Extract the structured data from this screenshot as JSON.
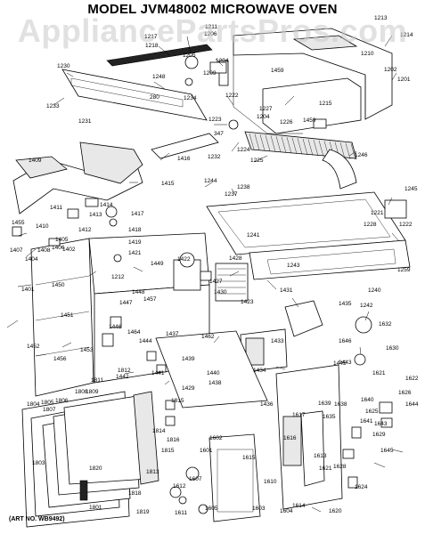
{
  "title": "MODEL JVM48002 MICROWAVE OVEN",
  "watermark": "AppliancePartsPros.com",
  "art_no": "(ART NO. WB9492)",
  "labels": [
    {
      "id": "1213",
      "t": "1213"
    },
    {
      "id": "1214",
      "t": "1214"
    },
    {
      "id": "1218",
      "t": "1218"
    },
    {
      "id": "1217",
      "t": "1217"
    },
    {
      "id": "1211",
      "t": "1211"
    },
    {
      "id": "1206",
      "t": "1206"
    },
    {
      "id": "1205",
      "t": "1205"
    },
    {
      "id": "1209",
      "t": "1209"
    },
    {
      "id": "1204",
      "t": "1204"
    },
    {
      "id": "1210",
      "t": "1210"
    },
    {
      "id": "1202",
      "t": "1202"
    },
    {
      "id": "1201",
      "t": "1201"
    },
    {
      "id": "1230",
      "t": "1230"
    },
    {
      "id": "1248",
      "t": "1248"
    },
    {
      "id": "1459",
      "t": "1459"
    },
    {
      "id": "1222",
      "t": "1222"
    },
    {
      "id": "1234",
      "t": "1234"
    },
    {
      "id": "1233",
      "t": "1233"
    },
    {
      "id": "280",
      "t": "280"
    },
    {
      "id": "1231",
      "t": "1231"
    },
    {
      "id": "1227",
      "t": "1227"
    },
    {
      "id": "1223",
      "t": "1223"
    },
    {
      "id": "1215",
      "t": "1215"
    },
    {
      "id": "1226",
      "t": "1226"
    },
    {
      "id": "1204b",
      "t": "1204"
    },
    {
      "id": "1459b",
      "t": "1459"
    },
    {
      "id": "347",
      "t": "347"
    },
    {
      "id": "1224",
      "t": "1224"
    },
    {
      "id": "1225",
      "t": "1225"
    },
    {
      "id": "1246",
      "t": "1246"
    },
    {
      "id": "1232",
      "t": "1232"
    },
    {
      "id": "1416",
      "t": "1416"
    },
    {
      "id": "1409",
      "t": "1409"
    },
    {
      "id": "1415",
      "t": "1415"
    },
    {
      "id": "1244",
      "t": "1244"
    },
    {
      "id": "1238",
      "t": "1238"
    },
    {
      "id": "1237",
      "t": "1237"
    },
    {
      "id": "1245",
      "t": "1245"
    },
    {
      "id": "1414",
      "t": "1414"
    },
    {
      "id": "1411",
      "t": "1411"
    },
    {
      "id": "1413",
      "t": "1413"
    },
    {
      "id": "1417",
      "t": "1417"
    },
    {
      "id": "1455",
      "t": "1455"
    },
    {
      "id": "1410",
      "t": "1410"
    },
    {
      "id": "1412",
      "t": "1412"
    },
    {
      "id": "1418",
      "t": "1418"
    },
    {
      "id": "1221",
      "t": "1221"
    },
    {
      "id": "1228",
      "t": "1228"
    },
    {
      "id": "1222b",
      "t": "1222"
    },
    {
      "id": "1405",
      "t": "1405"
    },
    {
      "id": "1406",
      "t": "1406"
    },
    {
      "id": "1419",
      "t": "1419"
    },
    {
      "id": "1407",
      "t": "1407"
    },
    {
      "id": "1408",
      "t": "1408"
    },
    {
      "id": "1402",
      "t": "1402"
    },
    {
      "id": "1421",
      "t": "1421"
    },
    {
      "id": "1404",
      "t": "1404"
    },
    {
      "id": "1422",
      "t": "1422"
    },
    {
      "id": "1428",
      "t": "1428"
    },
    {
      "id": "1449",
      "t": "1449"
    },
    {
      "id": "1241",
      "t": "1241"
    },
    {
      "id": "1243",
      "t": "1243"
    },
    {
      "id": "1259",
      "t": "1259"
    },
    {
      "id": "1401",
      "t": "1401"
    },
    {
      "id": "1450",
      "t": "1450"
    },
    {
      "id": "1448",
      "t": "1448"
    },
    {
      "id": "1457",
      "t": "1457"
    },
    {
      "id": "1427",
      "t": "1427"
    },
    {
      "id": "1430",
      "t": "1430"
    },
    {
      "id": "1431",
      "t": "1431"
    },
    {
      "id": "1240",
      "t": "1240"
    },
    {
      "id": "1212",
      "t": "1212"
    },
    {
      "id": "1423",
      "t": "1423"
    },
    {
      "id": "1435",
      "t": "1435"
    },
    {
      "id": "1242",
      "t": "1242"
    },
    {
      "id": "1447",
      "t": "1447"
    },
    {
      "id": "1451",
      "t": "1451"
    },
    {
      "id": "1446",
      "t": "1446"
    },
    {
      "id": "1464",
      "t": "1464"
    },
    {
      "id": "1632",
      "t": "1632"
    },
    {
      "id": "1452",
      "t": "1452"
    },
    {
      "id": "1453",
      "t": "1453"
    },
    {
      "id": "1444",
      "t": "1444"
    },
    {
      "id": "1437",
      "t": "1437"
    },
    {
      "id": "1462",
      "t": "1462"
    },
    {
      "id": "1433",
      "t": "1433"
    },
    {
      "id": "1646",
      "t": "1646"
    },
    {
      "id": "1630",
      "t": "1630"
    },
    {
      "id": "1456",
      "t": "1456"
    },
    {
      "id": "1445",
      "t": "1445"
    },
    {
      "id": "1439",
      "t": "1439"
    },
    {
      "id": "1443",
      "t": "1443"
    },
    {
      "id": "1621",
      "t": "1621"
    },
    {
      "id": "1812",
      "t": "1812"
    },
    {
      "id": "1442",
      "t": "1442"
    },
    {
      "id": "1441",
      "t": "1441"
    },
    {
      "id": "1440",
      "t": "1440"
    },
    {
      "id": "1434",
      "t": "1434"
    },
    {
      "id": "1622",
      "t": "1622"
    },
    {
      "id": "1811",
      "t": "1811"
    },
    {
      "id": "1438",
      "t": "1438"
    },
    {
      "id": "1429",
      "t": "1429"
    },
    {
      "id": "1436",
      "t": "1436"
    },
    {
      "id": "1626",
      "t": "1626"
    },
    {
      "id": "1808",
      "t": "1808"
    },
    {
      "id": "1809",
      "t": "1809"
    },
    {
      "id": "1815",
      "t": "1815"
    },
    {
      "id": "1639",
      "t": "1639"
    },
    {
      "id": "1638",
      "t": "1638"
    },
    {
      "id": "1640",
      "t": "1640"
    },
    {
      "id": "1644",
      "t": "1644"
    },
    {
      "id": "1804",
      "t": "1804"
    },
    {
      "id": "1806",
      "t": "1806"
    },
    {
      "id": "1805",
      "t": "1805"
    },
    {
      "id": "1807",
      "t": "1807"
    },
    {
      "id": "1625",
      "t": "1625"
    },
    {
      "id": "1617",
      "t": "1617"
    },
    {
      "id": "1616",
      "t": "1616"
    },
    {
      "id": "1635",
      "t": "1635"
    },
    {
      "id": "1641",
      "t": "1641"
    },
    {
      "id": "1643",
      "t": "1643"
    },
    {
      "id": "1629",
      "t": "1629"
    },
    {
      "id": "1814",
      "t": "1814"
    },
    {
      "id": "1816",
      "t": "1816"
    },
    {
      "id": "1815b",
      "t": "1815"
    },
    {
      "id": "1602",
      "t": "1602"
    },
    {
      "id": "1601",
      "t": "1601"
    },
    {
      "id": "1615",
      "t": "1615"
    },
    {
      "id": "1645",
      "t": "1645"
    },
    {
      "id": "1613",
      "t": "1613"
    },
    {
      "id": "1621b",
      "t": "1621"
    },
    {
      "id": "1628",
      "t": "1628"
    },
    {
      "id": "1803",
      "t": "1803"
    },
    {
      "id": "1820",
      "t": "1820"
    },
    {
      "id": "1813",
      "t": "1813"
    },
    {
      "id": "1607",
      "t": "1607"
    },
    {
      "id": "1610",
      "t": "1610"
    },
    {
      "id": "1612",
      "t": "1612"
    },
    {
      "id": "1624",
      "t": "1624"
    },
    {
      "id": "1818",
      "t": "1818"
    },
    {
      "id": "1819",
      "t": "1819"
    },
    {
      "id": "1801",
      "t": "1801"
    },
    {
      "id": "1611",
      "t": "1611"
    },
    {
      "id": "1605",
      "t": "1605"
    },
    {
      "id": "1603",
      "t": "1603"
    },
    {
      "id": "1604",
      "t": "1604"
    },
    {
      "id": "1614",
      "t": "1614"
    },
    {
      "id": "1620",
      "t": "1620"
    }
  ]
}
